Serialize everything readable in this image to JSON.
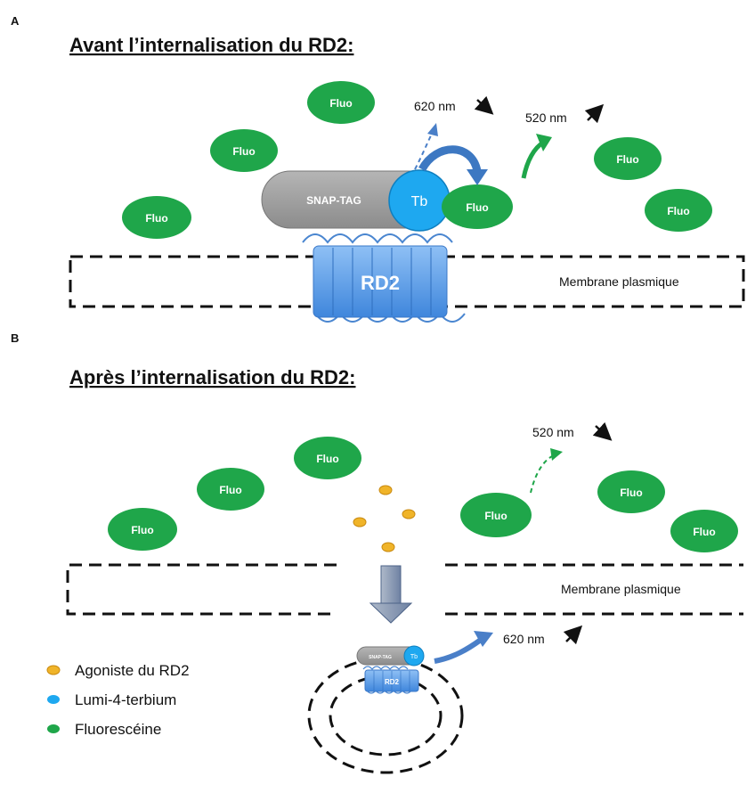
{
  "panel_a": {
    "letter": "A",
    "title": "Avant l’internalisation du RD2:",
    "fluo_label": "Fluo",
    "snap_label": "SNAP-TAG",
    "tb_label": "Tb",
    "rd2_label": "RD2",
    "wavelength_620": "620 nm",
    "wavelength_520": "520 nm",
    "membrane_label": "Membrane plasmique"
  },
  "panel_b": {
    "letter": "B",
    "title": "Après l’internalisation du RD2:",
    "fluo_label": "Fluo",
    "snap_label": "SNAP-TAG",
    "tb_label": "Tb",
    "rd2_label": "RD2",
    "wavelength_520": "520 nm",
    "wavelength_620": "620 nm",
    "membrane_label": "Membrane plasmique"
  },
  "legend": {
    "items": [
      {
        "label": "Agoniste du RD2",
        "color": "#f0b429"
      },
      {
        "label": "Lumi-4-terbium",
        "color": "#1ea8f0"
      },
      {
        "label": "Fluorescéine",
        "color": "#1fa64a"
      }
    ]
  },
  "colors": {
    "fluo": "#1fa64a",
    "terbium": "#1ea8f0",
    "snap": "#a6a6a6",
    "receptor": "#5b9be0",
    "agonist": "#f0b429",
    "arrow_blue": "#4a7fc8",
    "arrow_green": "#1fa64a"
  }
}
